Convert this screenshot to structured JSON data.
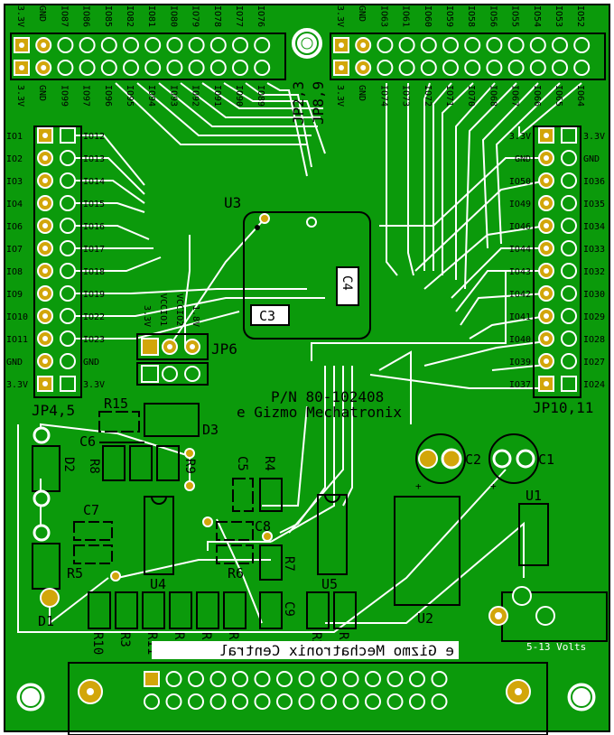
{
  "colors": {
    "board": "#0b9a0b",
    "trace": "#ffffff",
    "pad_gold": "#d2a60a",
    "outline": "#000000"
  },
  "top_header_left": {
    "top_labels": [
      "3.3V",
      "GND",
      "IO87",
      "IO86",
      "IO85",
      "IO82",
      "IO81",
      "IO80",
      "IO79",
      "IO78",
      "IO77",
      "IO76"
    ],
    "bottom_labels": [
      "3.3V",
      "GND",
      "IO99",
      "IO97",
      "IO96",
      "IO95",
      "IO94",
      "IO93",
      "IO92",
      "IO91",
      "IO90",
      "IO89"
    ]
  },
  "top_header_right": {
    "top_labels": [
      "3.3V",
      "GND",
      "IO63",
      "IO61",
      "IO60",
      "IO59",
      "IO58",
      "IO56",
      "IO55",
      "IO54",
      "IO53",
      "IO52"
    ],
    "bottom_labels": [
      "3.3V",
      "GND",
      "IO74",
      "IO73",
      "IO72",
      "IO71",
      "IO70",
      "IO68",
      "IO67",
      "IO66",
      "IO65",
      "IO64"
    ]
  },
  "jp_top_labels": [
    "JP2,3",
    "JP8,9"
  ],
  "left_header": {
    "outer_labels": [
      "IO1",
      "IO2",
      "IO3",
      "IO4",
      "IO6",
      "IO7",
      "IO8",
      "IO9",
      "IO10",
      "IO11",
      "GND",
      "3.3V"
    ],
    "inner_labels": [
      "IO12",
      "IO13",
      "IO14",
      "IO15",
      "IO16",
      "IO17",
      "IO18",
      "IO19",
      "IO22",
      "IO23",
      "GND",
      "3.3V"
    ],
    "name": "JP4,5"
  },
  "right_header": {
    "outer_labels": [
      "3.3V",
      "GND",
      "IO50",
      "IO49",
      "IO46",
      "IO44",
      "IO43",
      "IO42",
      "IO41",
      "IO40",
      "IO39",
      "IO37"
    ],
    "inner_labels": [
      "3.3V",
      "GND",
      "IO36",
      "IO35",
      "IO34",
      "IO33",
      "IO32",
      "IO30",
      "IO29",
      "IO28",
      "IO27",
      "IO24"
    ],
    "name": "JP10,11"
  },
  "components": {
    "u3": "U3",
    "c3": "C3",
    "c4": "C4",
    "jp6": "JP6",
    "jp6_labels": [
      "3.3V",
      "VCCIO1",
      "VCCIO2",
      "1.8V"
    ],
    "d1": "D1",
    "d2": "D2",
    "d3": "D3",
    "r15": "R15",
    "r8": "R8",
    "r9": "R9",
    "c6": "C6",
    "c5": "C5",
    "r4": "R4",
    "c7": "C7",
    "c8": "C8",
    "r5": "R5",
    "r6": "R6",
    "r7": "R7",
    "u4": "U4",
    "u5": "U5",
    "c9": "C9",
    "c1": "C1",
    "c2": "C2",
    "u1": "U1",
    "u2": "U2",
    "bottom_resistors": [
      "R10",
      "R3",
      "R11",
      "R13",
      "R14",
      "R12",
      "R2",
      "R1"
    ]
  },
  "silkscreen": {
    "part_number": "P/N 80-102408",
    "company": "e Gizmo Mechatronix",
    "mirrored_text": "e Gizmo Mechatronix Central",
    "voltage": "5-13 Volts"
  }
}
